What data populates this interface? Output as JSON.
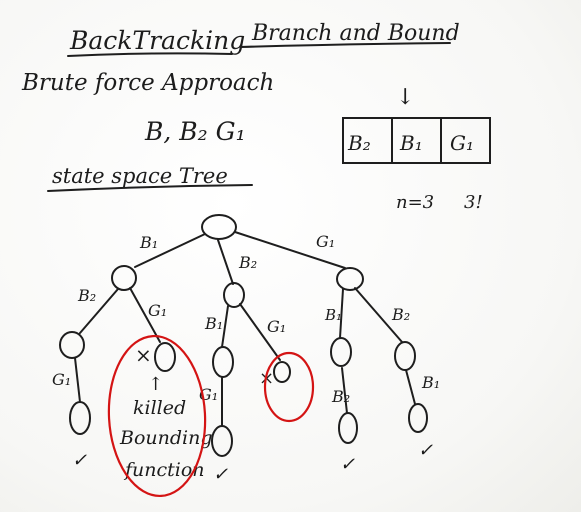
{
  "headings": {
    "backtracking": "BackTracking",
    "branch_bound": "Branch and Bound",
    "brute_force": "Brute force Approach"
  },
  "items": {
    "list": "B, B₂ G₁"
  },
  "arrangement": {
    "arrow": "↓",
    "cells": [
      "B₂",
      "B₁",
      "G₁"
    ]
  },
  "state_space": {
    "title": "state space Tree"
  },
  "count": {
    "n": "n=3",
    "factorial": "3!"
  },
  "tree": {
    "edge_labels": {
      "root_left": "B₁",
      "root_mid": "B₂",
      "root_right": "G₁",
      "l_left": "B₂",
      "l_right": "G₁",
      "m_left": "B₁",
      "m_right": "G₁",
      "r_left": "B₁",
      "r_right": "B₂",
      "ll_down": "G₁",
      "ml_down": "G₁",
      "rl_down": "B₂",
      "rr_down": "B₁"
    },
    "marks": {
      "check": "✓",
      "cross": "×"
    }
  },
  "annotation": {
    "arrow": "↑",
    "line1": "killed",
    "line2": "Bounding",
    "line3": "function"
  }
}
